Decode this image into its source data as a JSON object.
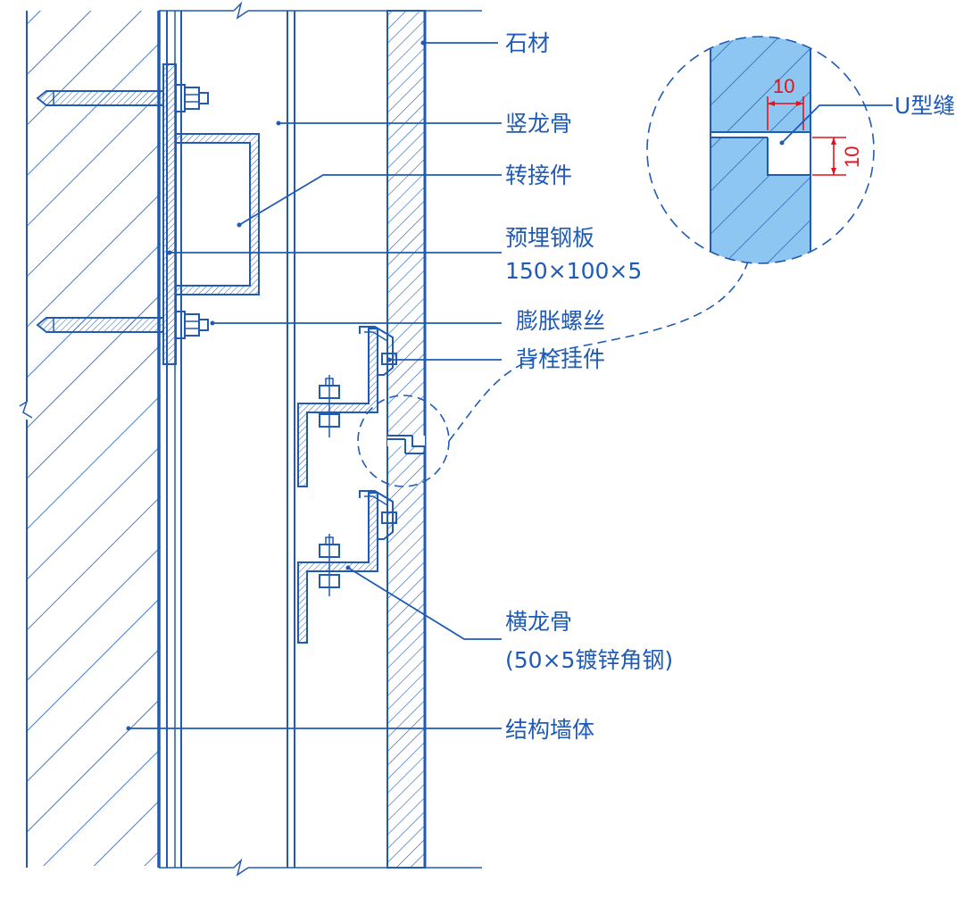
{
  "colors": {
    "line": "#1f5bb5",
    "dimension": "#e8111a",
    "detail_fill": "#8ec6f2",
    "background": "#ffffff"
  },
  "labels": {
    "stone": "石材",
    "vertical_keel": "竖龙骨",
    "adapter": "转接件",
    "embedded_plate": "预埋钢板",
    "embedded_plate_size": "150×100×5",
    "expansion_bolt": "膨胀螺丝",
    "back_bolt_hanger": "背栓挂件",
    "horizontal_keel": "横龙骨",
    "horizontal_keel_spec": "(50×5镀锌角钢)",
    "structural_wall": "结构墙体",
    "u_joint": "U型缝"
  },
  "dimensions": {
    "joint_width": "10",
    "joint_depth": "10"
  }
}
